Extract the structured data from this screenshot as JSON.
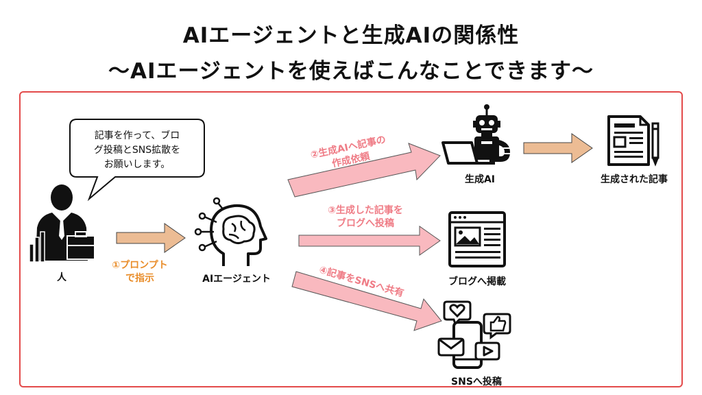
{
  "title_line1": "AIエージェントと生成AIの関係性",
  "title_line2": "〜AIエージェントを使えばこんなことできます〜",
  "nodes": {
    "person": "人",
    "agent": "AIエージェント",
    "genai": "生成AI",
    "article": "生成された記事",
    "blog": "ブログへ掲載",
    "sns": "SNSへ投稿"
  },
  "speech_bubble": [
    "記事を作って、ブロ",
    "グ投稿とSNS拡散を",
    "お願いします。"
  ],
  "steps": {
    "s1": [
      "①プロンプト",
      "で指示"
    ],
    "s2": [
      "②生成AIへ記事の",
      "作成依頼"
    ],
    "s3": [
      "③生成した記事を",
      "ブログへ投稿"
    ],
    "s4": "④記事をSNSへ共有"
  },
  "colors": {
    "frame": "#e34a4a",
    "pink_arrow": "#f9b9bf",
    "pink_text": "#ef7c86",
    "orange_arrow": "#ecbc94",
    "orange_text": "#e98d2a"
  }
}
